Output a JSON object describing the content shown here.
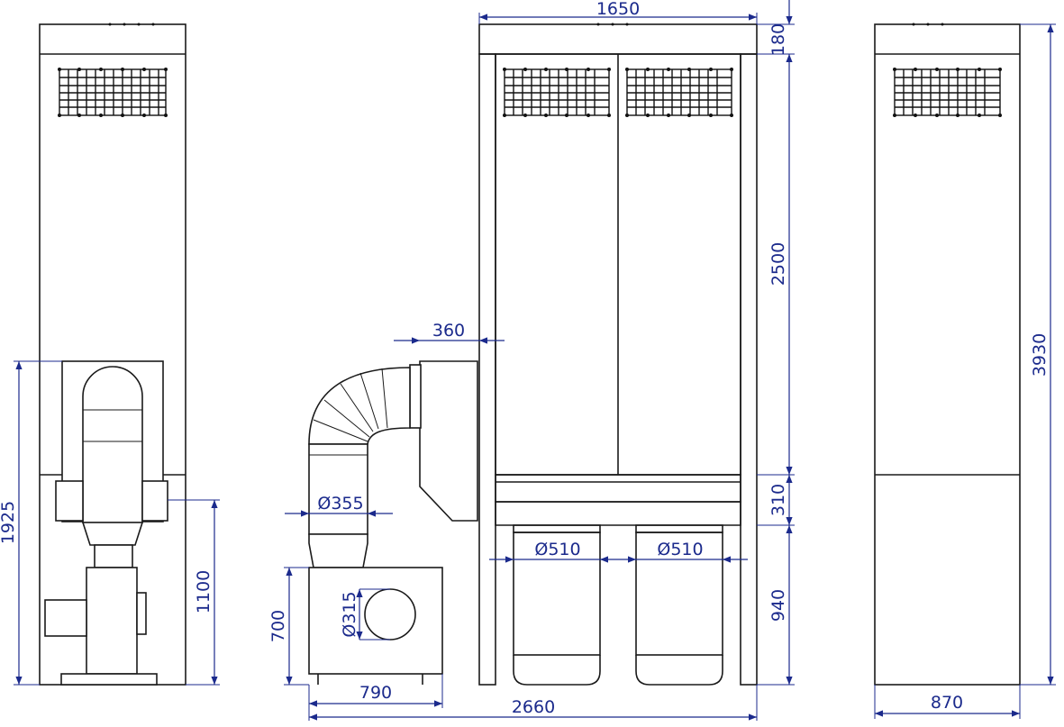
{
  "colors": {
    "outline": "#1a1a1a",
    "dimension": "#1b2a8c",
    "background": "#ffffff"
  },
  "dimensions": {
    "total_width_front": "1650",
    "top_cap_height": "180",
    "filter_section_height": "2500",
    "side_offset": "360",
    "duct_diameter": "Ø355",
    "outlet_height": "310",
    "bin_diameter_left": "Ø510",
    "bin_diameter_right": "Ø510",
    "bin_section_height": "940",
    "fan_height": "700",
    "fan_inlet_diameter": "Ø315",
    "fan_width": "790",
    "total_length": "2660",
    "total_height": "3930",
    "side_depth": "870",
    "side_total_height": "1925",
    "side_outlet_height": "1100"
  }
}
